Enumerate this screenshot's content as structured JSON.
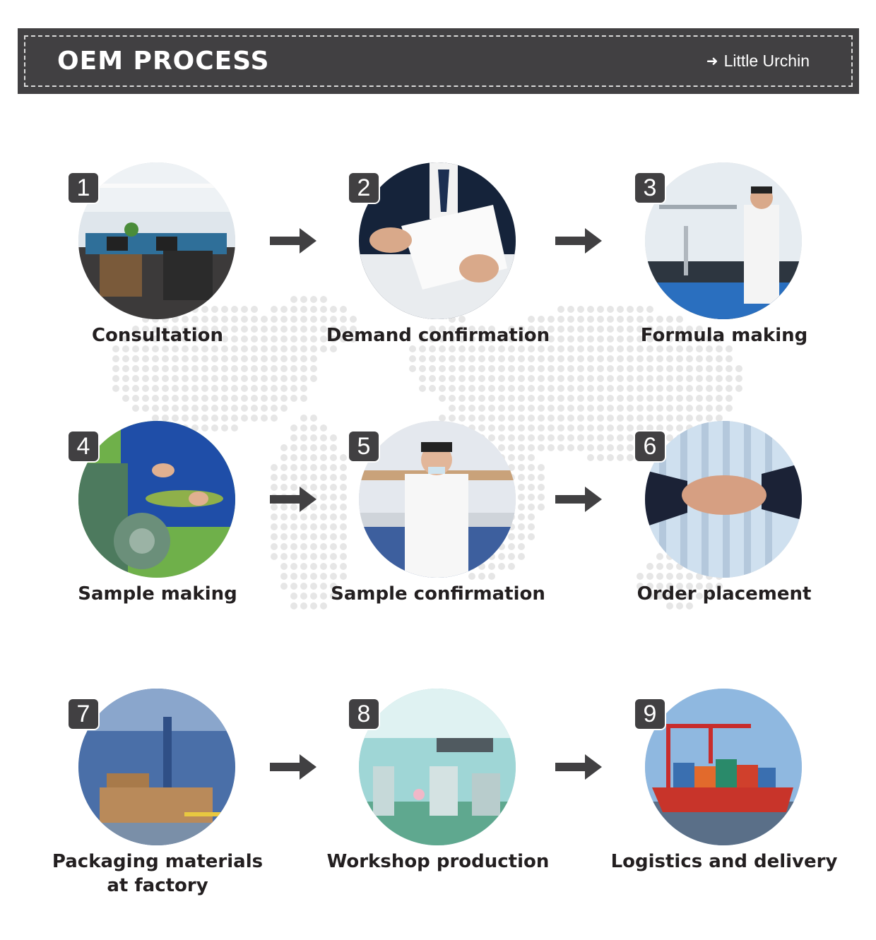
{
  "header": {
    "title": "OEM PROCESS",
    "brand": "Little Urchin"
  },
  "steps": [
    {
      "number": "1",
      "label": "Consultation"
    },
    {
      "number": "2",
      "label": "Demand confirmation"
    },
    {
      "number": "3",
      "label": "Formula making"
    },
    {
      "number": "4",
      "label": "Sample making"
    },
    {
      "number": "5",
      "label": "Sample confirmation"
    },
    {
      "number": "6",
      "label": "Order placement"
    },
    {
      "number": "7",
      "label": "Packaging materials at factory"
    },
    {
      "number": "8",
      "label": "Workshop production"
    },
    {
      "number": "9",
      "label": "Logistics and delivery"
    }
  ],
  "colors": {
    "banner": "#414042",
    "arrow": "#414042",
    "dots": "#e6e6e6"
  }
}
